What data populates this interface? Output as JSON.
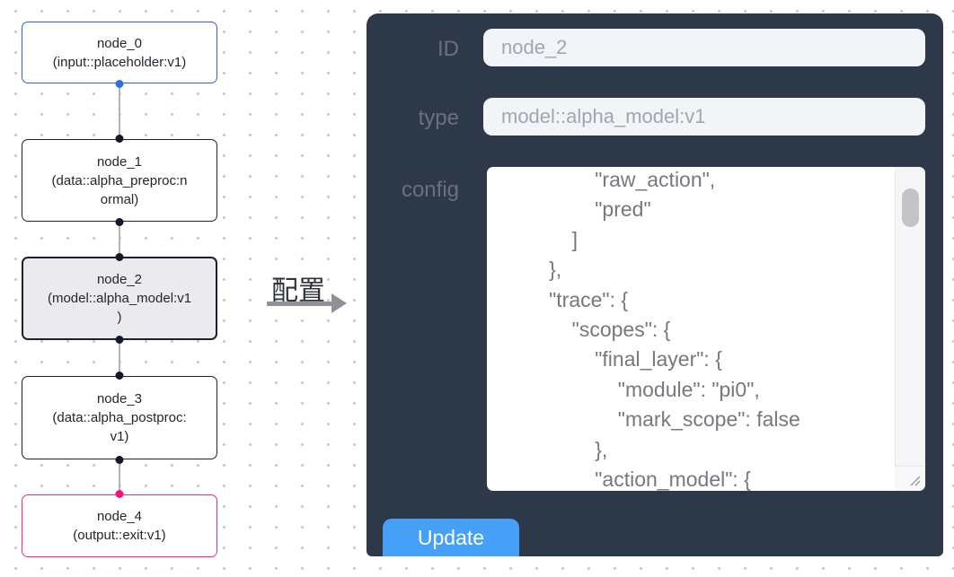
{
  "flow": {
    "nodes": [
      {
        "id": "node_0",
        "type": "input::placeholder:v1",
        "label": "node_0\n(input::placeholder:v1)",
        "state": "normal",
        "border_color": "#2d63cb",
        "handle_color": "#2e6fe6"
      },
      {
        "id": "node_1",
        "type": "data::alpha_preproc:normal",
        "label": "node_1\n(data::alpha_preproc:n\normal)",
        "state": "normal",
        "border_color": "#20222f",
        "handle_color": "#14182b"
      },
      {
        "id": "node_2",
        "type": "model::alpha_model:v1",
        "label": "node_2\n(model::alpha_model:v1\n)",
        "state": "selected",
        "border_color": "#1d2030",
        "handle_color": "#14182b"
      },
      {
        "id": "node_3",
        "type": "data::alpha_postproc:v1",
        "label": "node_3\n(data::alpha_postproc:\nv1)",
        "state": "normal",
        "border_color": "#20222f",
        "handle_color": "#14182b"
      },
      {
        "id": "node_4",
        "type": "output::exit:v1",
        "label": "node_4\n(output::exit:v1)",
        "state": "normal",
        "border_color": "#ee2d72",
        "handle_color": "#f4127c"
      }
    ]
  },
  "arrow": {
    "label": "配置"
  },
  "panel": {
    "id_label": "ID",
    "id_value": "node_2",
    "type_label": "type",
    "type_value": "model::alpha_model:v1",
    "config_label": "config",
    "config_value": "                \"raw_action\",\n                \"pred\"\n            ]\n        },\n        \"trace\": {\n            \"scopes\": {\n                \"final_layer\": {\n                    \"module\": \"pi0\",\n                    \"mark_scope\": false\n                },\n                \"action_model\": {",
    "update_label": "Update"
  },
  "colors": {
    "panel_background": "#2d3848",
    "input_background": "#f2f4f8",
    "button_blue": "#46a0f8",
    "node_input_blue": "#2d63cb",
    "node_output_pink": "#ee2d72",
    "node_selected_background": "#ebebed",
    "edge_gray": "#b3b3b9"
  }
}
